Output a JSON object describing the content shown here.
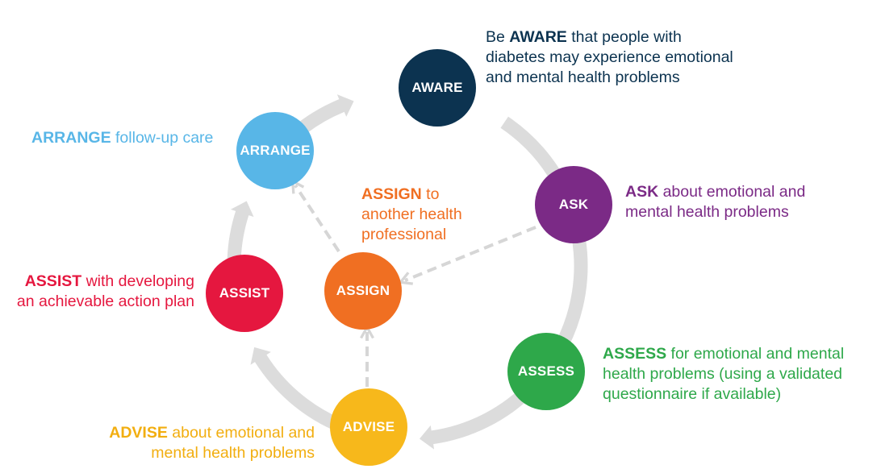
{
  "colors": {
    "aware": "#0c3350",
    "ask": "#7b2a86",
    "assess": "#2ea84a",
    "advise": "#f7b81b",
    "assist": "#e5173f",
    "arrange": "#58b6e7",
    "assign": "#f06f22",
    "ring": "#dcdcdc",
    "dashed": "#d6d6d6"
  },
  "nodes": {
    "aware": "AWARE",
    "ask": "ASK",
    "assess": "ASSESS",
    "advise": "ADVISE",
    "assist": "ASSIST",
    "arrange": "ARRANGE",
    "assign": "ASSIGN"
  },
  "descriptions": {
    "aware": {
      "prefix": "Be ",
      "keyword": "AWARE",
      "line1_rest": " that people with",
      "line2": "diabetes may experience emotional",
      "line3": "and mental health problems"
    },
    "ask": {
      "keyword": "ASK",
      "line1_rest": " about emotional and",
      "line2": "mental health problems"
    },
    "assess": {
      "keyword": "ASSESS",
      "line1_rest": " for emotional and mental",
      "line2": "health problems (using a validated",
      "line3": "questionnaire if available)"
    },
    "advise": {
      "keyword": "ADVISE",
      "line1_rest": " about emotional and",
      "line2": "mental health problems"
    },
    "assist": {
      "keyword": "ASSIST",
      "line1_rest": " with developing",
      "line2": "an achievable action plan"
    },
    "arrange": {
      "keyword": "ARRANGE",
      "line1_rest": " follow-up care"
    },
    "assign": {
      "keyword": "ASSIGN",
      "line1_rest": " to",
      "line2": "another health",
      "line3": "professional"
    }
  }
}
